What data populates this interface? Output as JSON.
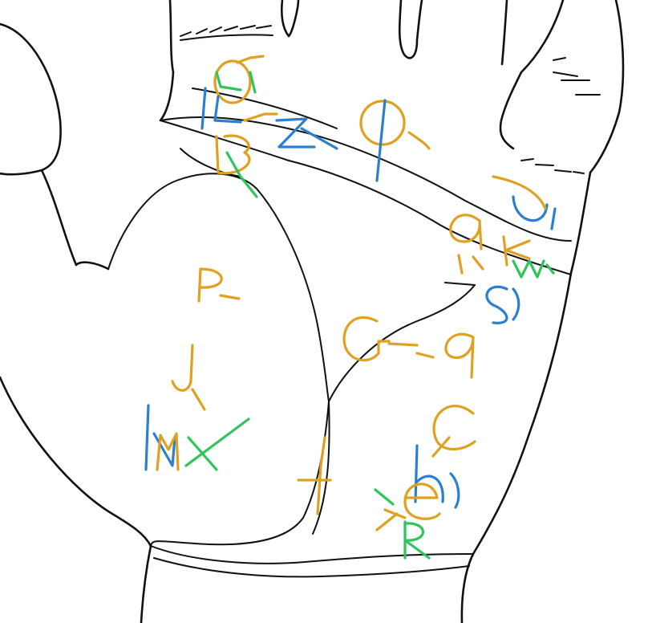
{
  "colors": {
    "orange": "#e0a020",
    "blue": "#2a80d0",
    "green": "#2ec55a",
    "line": "#111111",
    "background": "#ffffff"
  },
  "letters": [
    {
      "id": "o-top",
      "text": "O",
      "color": "orange"
    },
    {
      "id": "l-top",
      "text": "L",
      "color": "blue"
    },
    {
      "id": "b-top",
      "text": "B",
      "color": "orange"
    },
    {
      "id": "z-top",
      "text": "Z",
      "color": "blue"
    },
    {
      "id": "o-mid",
      "text": "O",
      "color": "orange"
    },
    {
      "id": "u-right",
      "text": "U",
      "color": "blue"
    },
    {
      "id": "a-right",
      "text": "a",
      "color": "orange"
    },
    {
      "id": "k-right",
      "text": "K",
      "color": "orange"
    },
    {
      "id": "w-right",
      "text": "W",
      "color": "green"
    },
    {
      "id": "s-right",
      "text": "S",
      "color": "blue"
    },
    {
      "id": "p-thumb",
      "text": "P",
      "color": "orange"
    },
    {
      "id": "j-thumb",
      "text": "J",
      "color": "orange"
    },
    {
      "id": "n-thumb",
      "text": "N",
      "color": "blue"
    },
    {
      "id": "m-thumb",
      "text": "M",
      "color": "orange"
    },
    {
      "id": "x-thumb",
      "text": "X",
      "color": "green"
    },
    {
      "id": "g-center",
      "text": "G",
      "color": "orange"
    },
    {
      "id": "q-center",
      "text": "q",
      "color": "orange"
    },
    {
      "id": "c-lower",
      "text": "C",
      "color": "orange"
    },
    {
      "id": "h-lower",
      "text": "h",
      "color": "blue"
    },
    {
      "id": "e-lower",
      "text": "e",
      "color": "orange"
    },
    {
      "id": "r-lower",
      "text": "R",
      "color": "green"
    },
    {
      "id": "t-wrist",
      "text": "T",
      "color": "orange"
    }
  ]
}
